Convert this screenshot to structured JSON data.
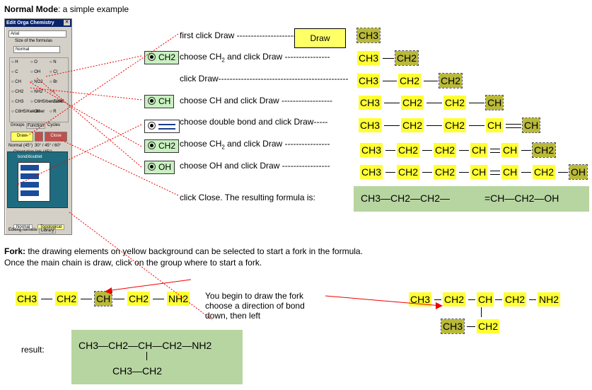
{
  "normal": {
    "title_bold": "Normal Mode",
    "title_rest": ": a simple example"
  },
  "dialog": {
    "caption": "Edit Orga Chemistry",
    "font_value": "Arial",
    "size_label": "Size of the formulas",
    "size_value": "Normal",
    "radios": [
      "H",
      "O",
      "N",
      "C",
      "OH",
      "Cl",
      "CH",
      "NO2",
      "Br",
      "CH2",
      "NH2",
      "I",
      "CH3",
      "C6H5/benzene",
      "C2H5",
      "C6H5/Kekulé",
      "Other",
      "R"
    ],
    "groups_tabs": [
      "Groups",
      "Function",
      "Cycles"
    ],
    "draw_btn": "Draw",
    "close_btn": "Close",
    "orient_tabs": [
      "Normal (45°)",
      "30° / 45° / 60°"
    ],
    "orient_label": "Orientation link (45°)",
    "bond_label": "bond/doublet",
    "mode_tabs": [
      "Normal",
      "Topological"
    ],
    "bottom_tabs": [
      "Editing formula",
      "Library"
    ]
  },
  "steps": [
    {
      "tool": "",
      "text": "first click Draw ---------------------"
    },
    {
      "tool": "CH2",
      "text": "choose CH",
      "sub": "2",
      "tail": " and click Draw ----------------"
    },
    {
      "tool": "",
      "text": "click Draw----------------------------------------------"
    },
    {
      "tool": "CH",
      "text": "choose CH and click Draw ------------------"
    },
    {
      "tool": "=",
      "text": "choose double bond and click Draw-----"
    },
    {
      "tool": "CH2",
      "text": "choose CH",
      "sub": "2",
      "tail": " and click Draw ----------------"
    },
    {
      "tool": "OH",
      "text": "choose OH and click Draw -----------------"
    }
  ],
  "draw_button": "Draw",
  "close_text": "click Close. The resulting formula is:",
  "result1": {
    "left": "CH3—CH2—CH2—",
    "right": "=CH—CH2—OH"
  },
  "rows": [
    [
      "CH3"
    ],
    [
      "CH3",
      "CH2"
    ],
    [
      "CH3",
      "CH2",
      "CH2"
    ],
    [
      "CH3",
      "CH2",
      "CH2",
      "CH"
    ],
    [
      "CH3",
      "CH2",
      "CH2",
      "CH",
      "CH"
    ],
    [
      "CH3",
      "CH2",
      "CH2",
      "CH",
      "CH",
      "CH2"
    ],
    [
      "CH3",
      "CH2",
      "CH2",
      "CH",
      "CH",
      "CH2",
      "OH"
    ]
  ],
  "fork": {
    "title_bold": "Fork:",
    "line1": " the drawing elements on yellow background can be selected to start a fork in the formula.",
    "line2": "Once the main chain is draw, click on the group where to start a fork.",
    "chain": [
      "CH3",
      "CH2",
      "CH",
      "CH2",
      "NH2"
    ],
    "note1": "You begin to draw the fork",
    "note2": "choose a direction of bond",
    "note3": "down, then left",
    "right_chain": [
      "CH3",
      "CH2",
      "CH",
      "CH2",
      "NH2"
    ],
    "right_branch": [
      "CH3",
      "CH2"
    ],
    "result_label": "result:",
    "result_top": "CH3—CH2—CH—CH2—NH2",
    "result_bottom": "CH3—CH2"
  }
}
